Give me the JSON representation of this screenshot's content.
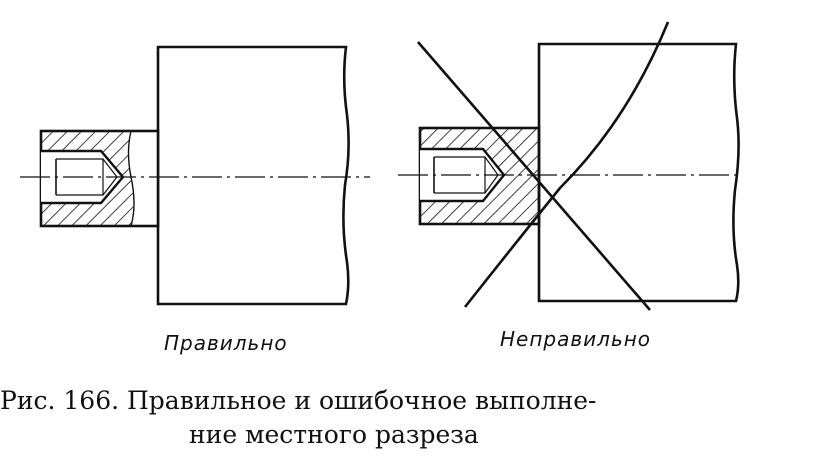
{
  "figure": {
    "correct_label": "Правильно",
    "incorrect_label": "Неправильно",
    "caption_line1": "Рис. 166. Правильное и ошибочное выполне-",
    "caption_line2": "ние местного разреза"
  },
  "colors": {
    "ink": "#111111",
    "paper": "#ffffff"
  }
}
